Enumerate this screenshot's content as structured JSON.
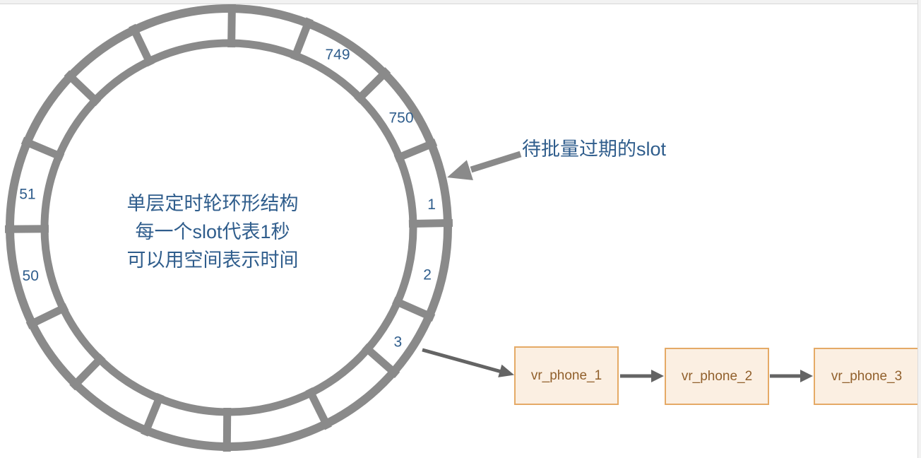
{
  "page": {
    "background": "#ffffff"
  },
  "wheel": {
    "ring_color": "#8a8a8a",
    "text_color": "#2f5d8c",
    "slot_count": 16,
    "spoke_angles_deg": [
      1.2,
      22.4,
      44.7,
      68.8,
      89.2,
      115.6,
      136.4,
      157.1,
      180.4,
      206.0,
      225.6,
      247.8,
      269.5,
      296.4,
      318.8,
      336.2
    ],
    "slot_labels": [
      {
        "text": "749",
        "angle_deg": 57.8
      },
      {
        "text": "750",
        "angle_deg": 32.4
      },
      {
        "text": "1",
        "angle_deg": 6.5
      },
      {
        "text": "2",
        "angle_deg": -13.4
      },
      {
        "text": "3",
        "angle_deg": -34.1
      },
      {
        "text": "50",
        "angle_deg": 193.7
      },
      {
        "text": "51",
        "angle_deg": 170.6
      }
    ],
    "center_text_lines": [
      "单层定时轮环形结构",
      "每一个slot代表1秒",
      "可以用空间表示时间"
    ]
  },
  "annotation": {
    "label": "待批量过期的slot",
    "color": "#2f5d8c"
  },
  "chain": {
    "nodes": [
      {
        "label": "vr_phone_1"
      },
      {
        "label": "vr_phone_2"
      },
      {
        "label": "vr_phone_3"
      }
    ],
    "box_fill": "#fbefe2",
    "box_border": "#e5aa66",
    "text_color": "#91602c",
    "arrow_color": "#646464"
  }
}
